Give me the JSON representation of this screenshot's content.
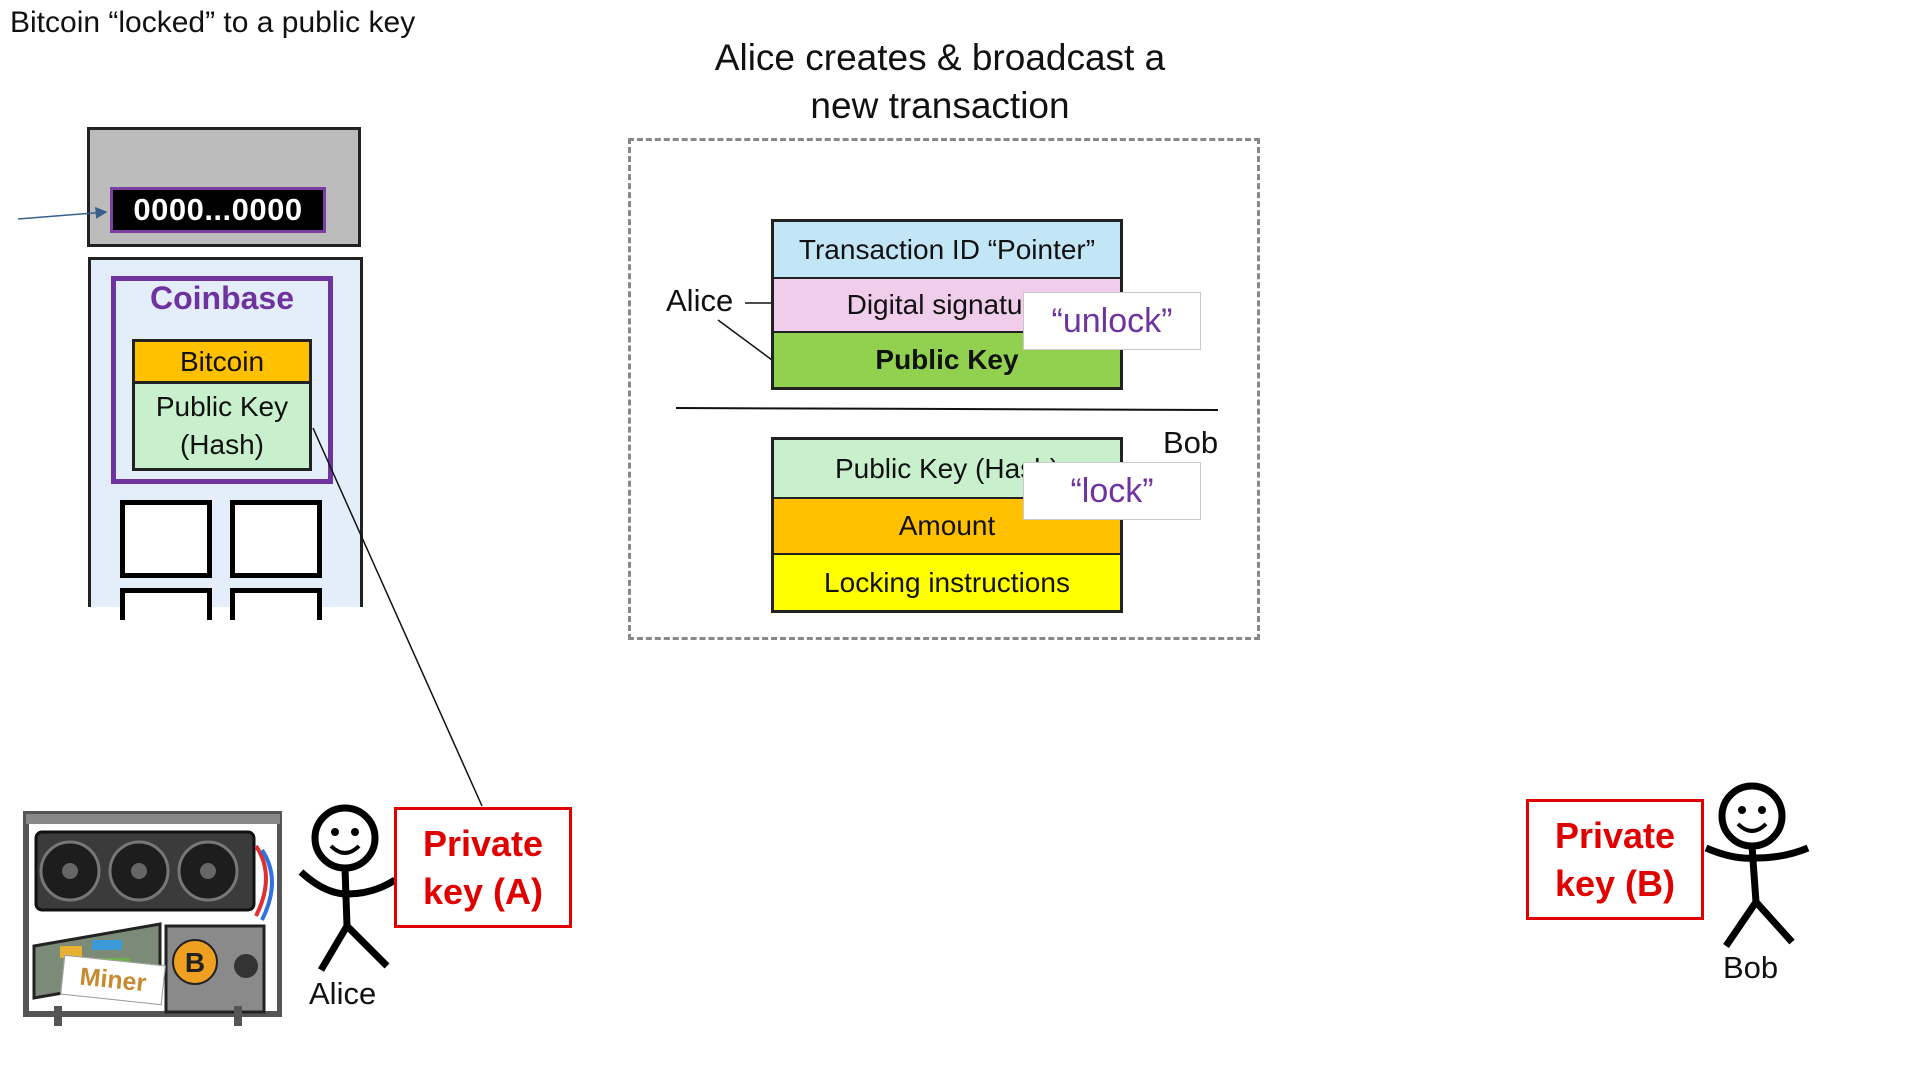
{
  "titles": {
    "left": "Bitcoin “locked” to a public key",
    "center_line1": "Alice creates & broadcast a",
    "center_line2": "new transaction"
  },
  "block": {
    "hash": "0000...0000",
    "coinbase_label": "Coinbase",
    "bitcoin_label": "Bitcoin",
    "pubkey_line1": "Public Key",
    "pubkey_line2": "(Hash)"
  },
  "transaction": {
    "input": {
      "pointer": "Transaction ID “Pointer”",
      "signature": "Digital signature",
      "public_key": "Public Key"
    },
    "output": {
      "pubkey_hash": "Public Key (Hash)",
      "amount": "Amount",
      "locking": "Locking instructions"
    },
    "unlock_callout": "“unlock”",
    "lock_callout": "“lock”",
    "alice_label": "Alice",
    "bob_label": "Bob"
  },
  "people": {
    "alice": "Alice",
    "bob": "Bob",
    "miner_tag": "Miner"
  },
  "keys": {
    "a_line1": "Private",
    "a_line2": "key (A)",
    "b_line1": "Private",
    "b_line2": "key (B)"
  },
  "colors": {
    "purple": "#6f33a0",
    "red": "#e00000",
    "bitcoin_orange": "#ffc000",
    "light_green": "#c8f0cc",
    "green": "#92d050",
    "yellow": "#ffff00",
    "light_blue": "#c2e6f5",
    "pink": "#f0cdea"
  }
}
